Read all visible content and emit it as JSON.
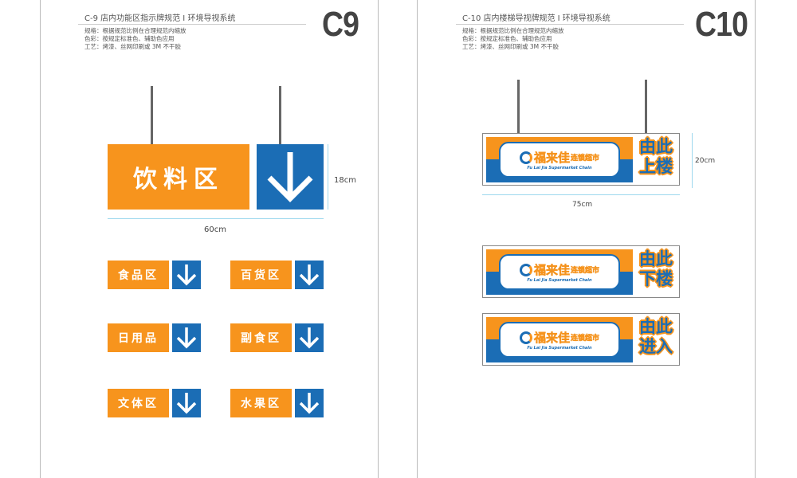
{
  "left_page": {
    "title": "C-9  店内功能区指示牌规范   I   环境导视系统",
    "code": "C9",
    "specs": [
      "规格：根据规范比例在合理规范内缩放",
      "色彩：按规定标准色、辅助色应用",
      "工艺：烤漆、丝网印刷或 3M 不干胶"
    ],
    "main_sign": {
      "label": "饮料区",
      "height_dim": "18cm",
      "width_dim": "60cm"
    },
    "small_signs": [
      "食品区",
      "百货区",
      "日用品",
      "副食区",
      "文体区",
      "水果区"
    ],
    "colors": {
      "orange": "#f7941d",
      "blue": "#1b6db5"
    }
  },
  "right_page": {
    "title": "C-10  店内楼梯导视牌规范   I   环境导视系统",
    "code": "C10",
    "specs": [
      "规格：根据规范比例在合理规范内缩放",
      "色彩：按规定标准色、辅助色应用",
      "工艺：烤漆、丝网印刷或 3M 不干胶"
    ],
    "height_dim": "20cm",
    "width_dim": "75cm",
    "brand": {
      "name": "福来佳",
      "suffix": "连锁超市",
      "english": "Fu Lai Jia Supermarket Chain"
    },
    "signs": [
      {
        "line1": "由此",
        "line2": "上楼"
      },
      {
        "line1": "由此",
        "line2": "下楼"
      },
      {
        "line1": "由此",
        "line2": "进入"
      }
    ]
  }
}
